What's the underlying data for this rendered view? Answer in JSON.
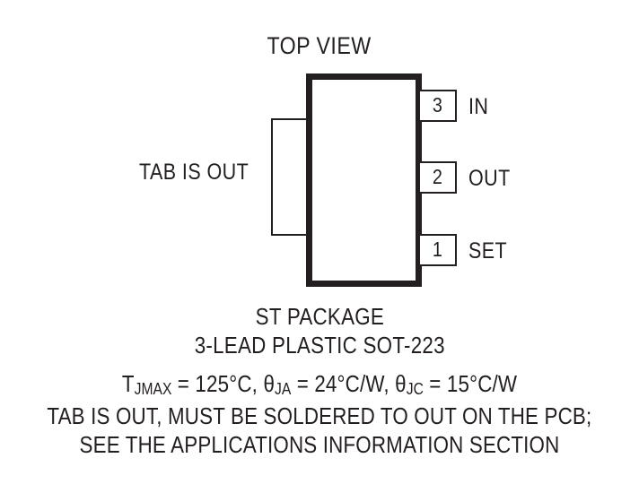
{
  "diagram": {
    "title": "TOP VIEW",
    "tab_annotation": "TAB IS OUT",
    "pins": [
      {
        "number": "3",
        "name": "IN"
      },
      {
        "number": "2",
        "name": "OUT"
      },
      {
        "number": "1",
        "name": "SET"
      }
    ],
    "package_name": "ST PACKAGE",
    "package_description": "3-LEAD PLASTIC SOT-223",
    "thermal": {
      "tjmax_symbol": "T",
      "tjmax_subscript": "JMAX",
      "tjmax_value": " = 125°C, ",
      "theta_ja_symbol": "θ",
      "theta_ja_subscript": "JA",
      "theta_ja_value": " = 24°C/W, ",
      "theta_jc_symbol": "θ",
      "theta_jc_subscript": "JC",
      "theta_jc_value": " = 15°C/W"
    },
    "notes": [
      "TAB IS OUT, MUST BE SOLDERED TO OUT ON THE PCB;",
      "SEE THE APPLICATIONS INFORMATION SECTION"
    ],
    "colors": {
      "ink": "#231f20",
      "background": "#ffffff"
    }
  }
}
